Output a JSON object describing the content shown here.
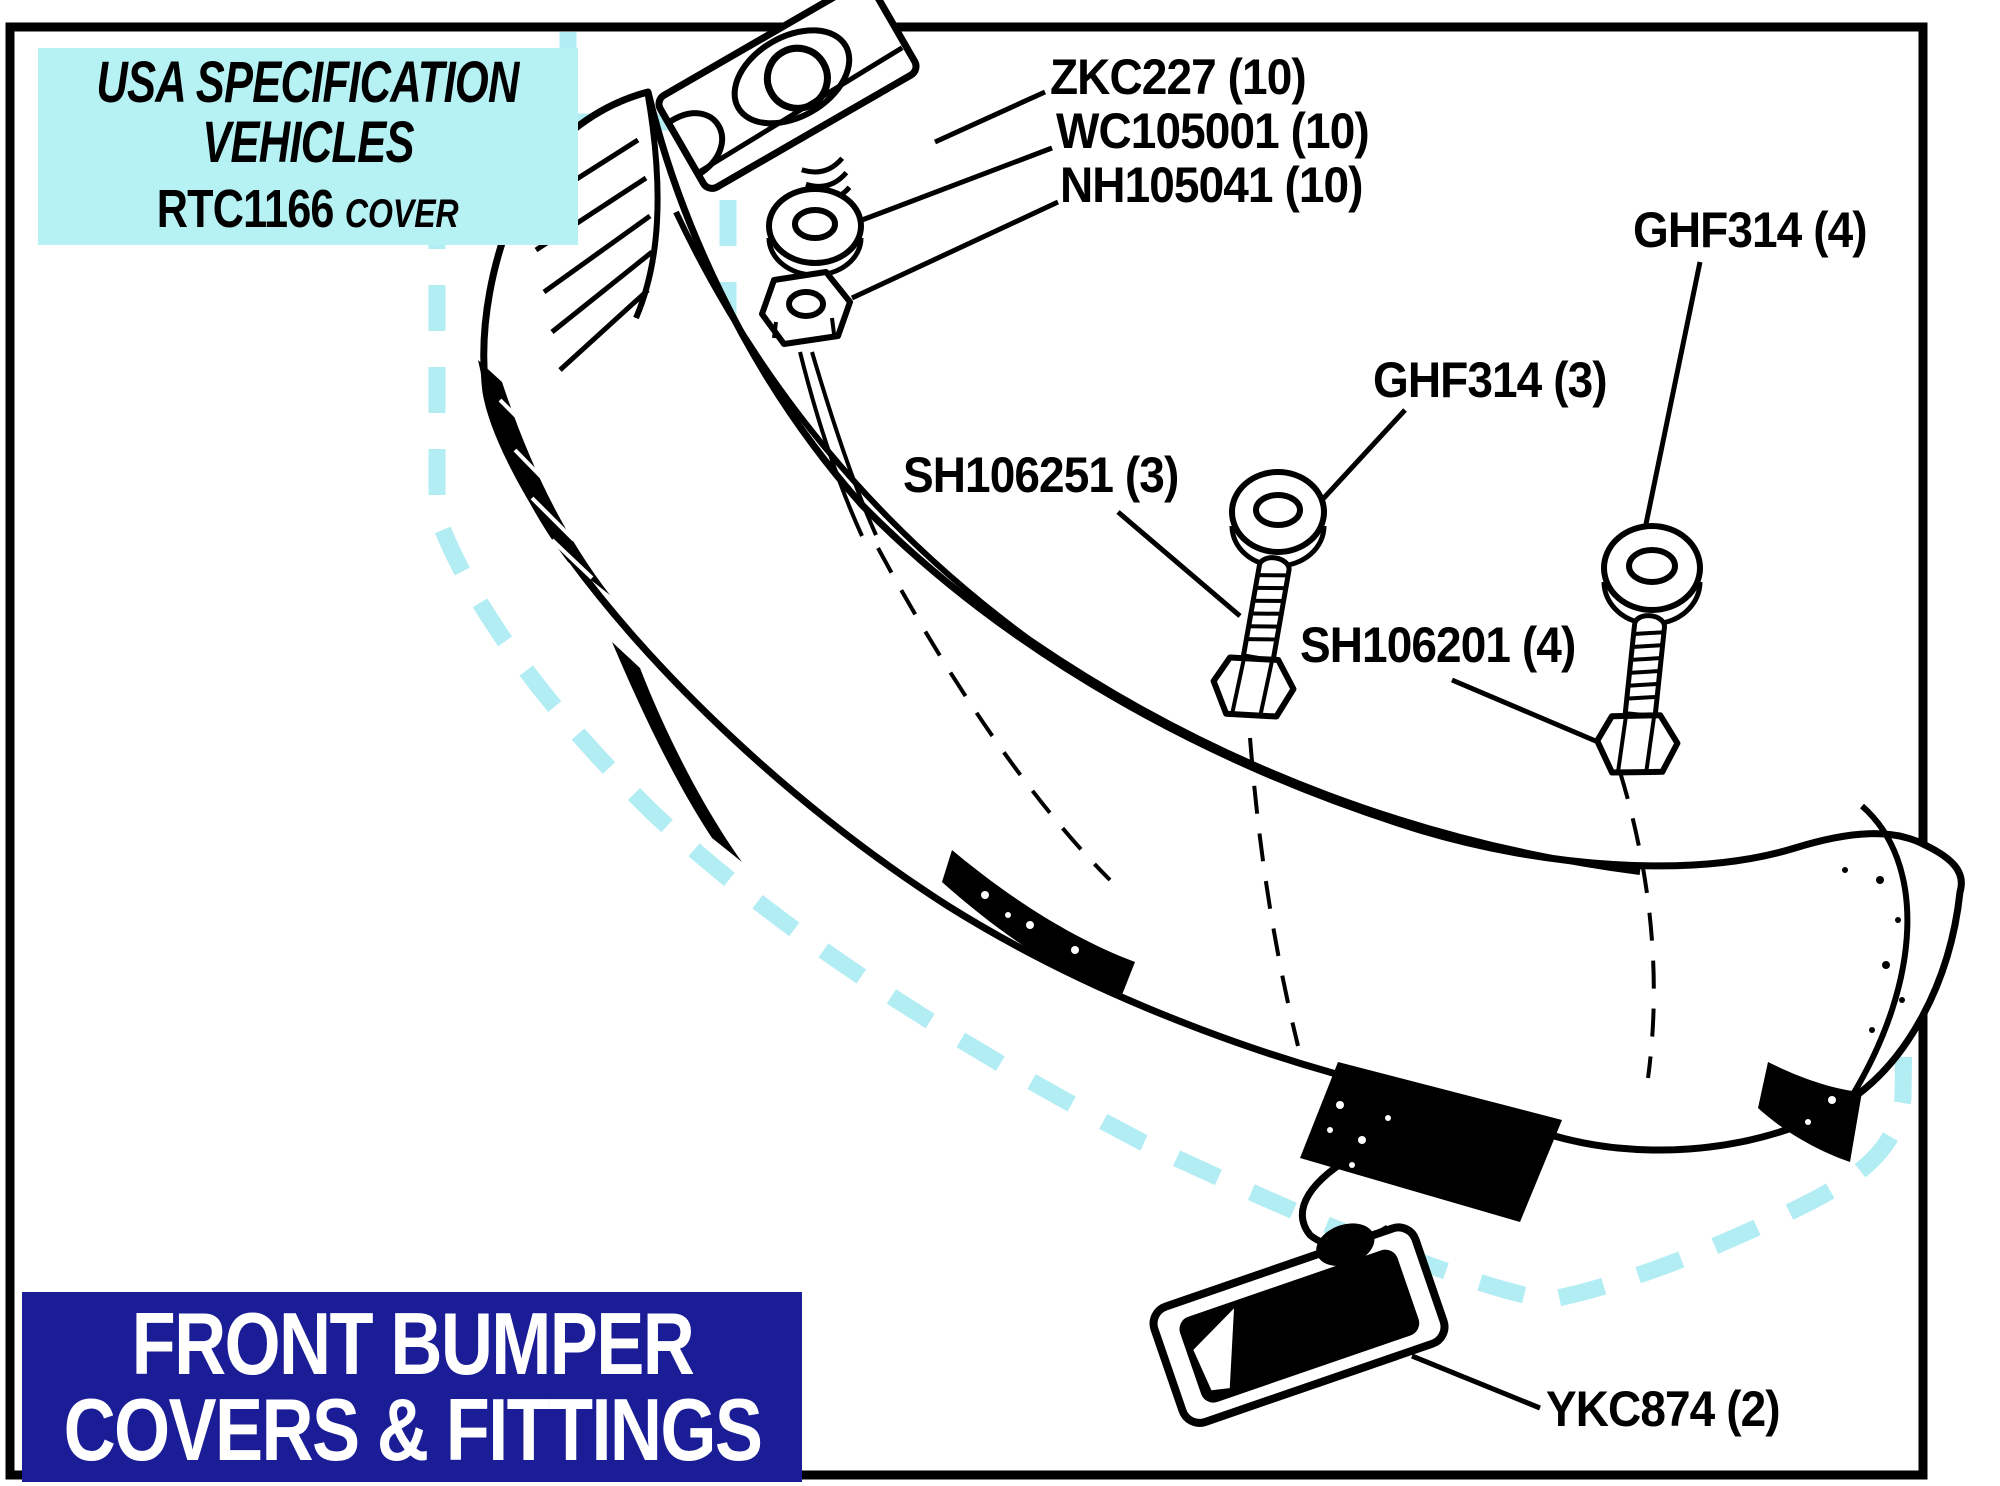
{
  "colors": {
    "paper": "#ffffff",
    "ink": "#000000",
    "cover_dash": "#b2edf4",
    "spec_box_bg": "#b6f2f4",
    "title_box_bg": "#1b1d97",
    "title_box_fg": "#ffffff"
  },
  "spec_box": {
    "line1": "USA SPECIFICATION",
    "line2": "VEHICLES",
    "part_code": "RTC1166",
    "part_code_note": "COVER"
  },
  "title_box": {
    "line1": "FRONT BUMPER",
    "line2": "COVERS & FITTINGS"
  },
  "part_labels": [
    {
      "part": "ZKC227",
      "qty": "(10)",
      "text": "ZKC227 (10)"
    },
    {
      "part": "WC105001",
      "qty": "(10)",
      "text": "WC105001 (10)"
    },
    {
      "part": "NH105041",
      "qty": "(10)",
      "text": "NH105041 (10)"
    },
    {
      "part": "GHF314",
      "qty": "(4)",
      "text": "GHF314 (4)"
    },
    {
      "part": "GHF314",
      "qty": "(3)",
      "text": "GHF314 (3)"
    },
    {
      "part": "SH106251",
      "qty": "(3)",
      "text": "SH106251 (3)"
    },
    {
      "part": "SH106201",
      "qty": "(4)",
      "text": "SH106201 (4)"
    },
    {
      "part": "YKC874",
      "qty": "(2)",
      "text": "YKC874 (2)"
    }
  ]
}
